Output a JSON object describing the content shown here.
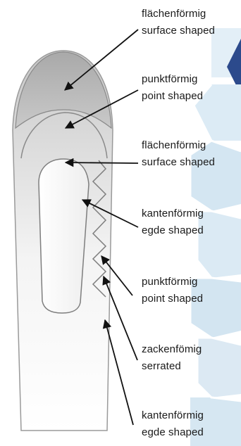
{
  "labels": [
    {
      "de": "flächenförmig",
      "en": "surface shaped"
    },
    {
      "de": "punktförmig",
      "en": "point shaped"
    },
    {
      "de": "flächenförmig",
      "en": "surface shaped"
    },
    {
      "de": "kantenförmig",
      "en": "egde shaped"
    },
    {
      "de": "punktförmig",
      "en": "point shaped"
    },
    {
      "de": "zackenfömig",
      "en": "serrated"
    },
    {
      "de": "kantenförmig",
      "en": "egde shaped"
    }
  ],
  "colors": {
    "hex_background": "#d7e9f4",
    "accent": "#2c4a8c",
    "needle_light": "#f7f7f7",
    "needle_dark": "#b6b6b6",
    "arrow": "#111111"
  }
}
